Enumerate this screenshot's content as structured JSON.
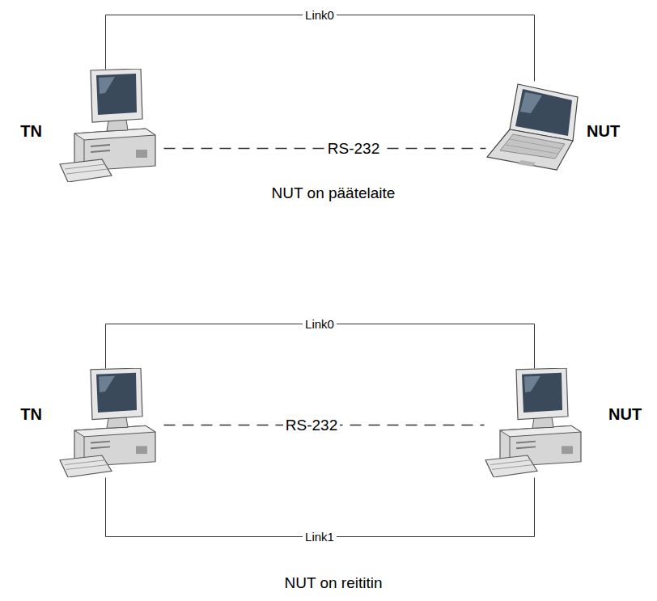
{
  "diagram": {
    "nodes": [
      {
        "text": [
          "TN"
        ]
      },
      {
        "text": [
          "NUT"
        ]
      },
      {
        "text": [
          "TN"
        ]
      },
      {
        "text": [
          "NUT"
        ]
      }
    ],
    "edges": [
      {
        "from": 0,
        "to": 1,
        "arrow": "none",
        "label": "Link0"
      },
      {
        "from": 0,
        "to": 1,
        "arrow": "none",
        "label": "RS-232"
      },
      {
        "from": 2,
        "to": 3,
        "arrow": "none",
        "label": "Link0"
      },
      {
        "from": 2,
        "to": 3,
        "arrow": "none",
        "label": "RS-232"
      },
      {
        "from": 2,
        "to": 3,
        "arrow": "none",
        "label": "Link1"
      }
    ],
    "labels": [
      "NUT on päätelaite",
      "NUT on reititin"
    ]
  }
}
